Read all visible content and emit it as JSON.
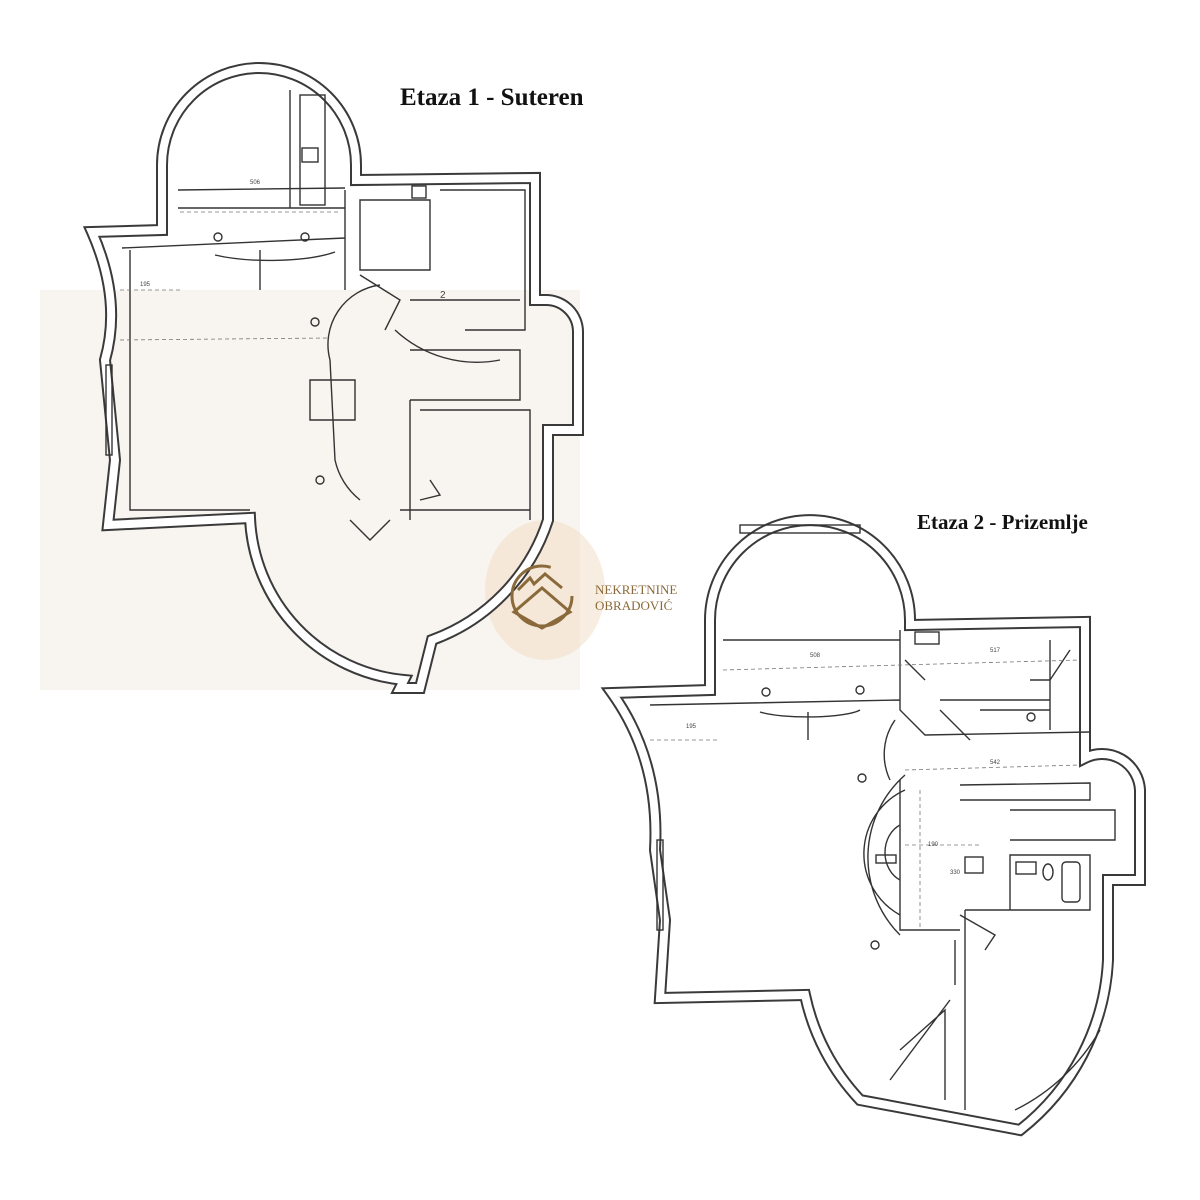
{
  "plans": [
    {
      "title": "Etaza 1 - Suteren",
      "dimensions": [
        "506",
        "195",
        "2"
      ]
    },
    {
      "title": "Etaza 2 - Prizemlje",
      "dimensions": [
        "508",
        "517",
        "195",
        "542",
        "190",
        "330"
      ]
    }
  ],
  "watermark": {
    "line1": "NEKRETNINE",
    "line2": "OBRADOVIĆ",
    "color": "#8a6a3a"
  }
}
